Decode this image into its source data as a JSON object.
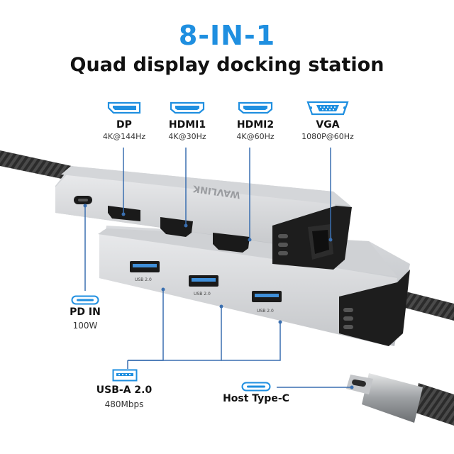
{
  "header": {
    "title": "8-IN-1",
    "subtitle": "Quad display docking station"
  },
  "ports_top": [
    {
      "name": "DP",
      "spec": "4K@144Hz",
      "icon": "displayport-icon"
    },
    {
      "name": "HDMI1",
      "spec": "4K@30Hz",
      "icon": "hdmi-icon"
    },
    {
      "name": "HDMI2",
      "spec": "4K@60Hz",
      "icon": "hdmi-icon"
    },
    {
      "name": "VGA",
      "spec": "1080P@60Hz",
      "icon": "vga-icon"
    }
  ],
  "pd": {
    "name": "PD IN",
    "spec": "100W",
    "icon": "usb-c-icon"
  },
  "usba": {
    "name": "USB-A 2.0",
    "spec": "480Mbps",
    "icon": "usb-a-icon",
    "port_text": "USB 2.0"
  },
  "host": {
    "name": "Host Type-C",
    "icon": "usb-c-icon"
  },
  "brand": {
    "logo": "WAVLINK"
  },
  "colors": {
    "accent": "#1f8fe0",
    "line": "#3a6fb0",
    "body": "#c9cbce",
    "cable": "#2a2a2a"
  }
}
